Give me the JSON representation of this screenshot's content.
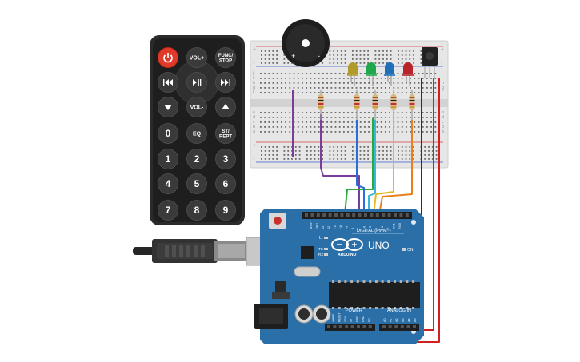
{
  "remote": {
    "keys": [
      {
        "id": "power",
        "label": "",
        "icon": "power-icon"
      },
      {
        "id": "vol_up",
        "label": "VOL+"
      },
      {
        "id": "func_stop",
        "label": "FUNC/\nSTOP"
      },
      {
        "id": "prev",
        "label": "",
        "icon": "skip-back-icon"
      },
      {
        "id": "play_pause",
        "label": "",
        "icon": "play-pause-icon"
      },
      {
        "id": "next",
        "label": "",
        "icon": "skip-forward-icon"
      },
      {
        "id": "down",
        "label": "",
        "icon": "triangle-down-icon"
      },
      {
        "id": "vol_down",
        "label": "VOL-"
      },
      {
        "id": "up",
        "label": "",
        "icon": "triangle-up-icon"
      },
      {
        "id": "k0",
        "label": "0"
      },
      {
        "id": "eq",
        "label": "EQ"
      },
      {
        "id": "st_rept",
        "label": "ST/\nREPT"
      },
      {
        "id": "k1",
        "label": "1"
      },
      {
        "id": "k2",
        "label": "2"
      },
      {
        "id": "k3",
        "label": "3"
      },
      {
        "id": "k4",
        "label": "4"
      },
      {
        "id": "k5",
        "label": "5"
      },
      {
        "id": "k6",
        "label": "6"
      },
      {
        "id": "k7",
        "label": "7"
      },
      {
        "id": "k8",
        "label": "8"
      },
      {
        "id": "k9",
        "label": "9"
      }
    ]
  },
  "breadboard": {
    "rail_plus": "+",
    "rail_minus": "-",
    "row_letters_top": [
      "j",
      "i",
      "h",
      "g",
      "f"
    ],
    "row_letters_bottom": [
      "e",
      "d",
      "c",
      "b",
      "a"
    ]
  },
  "buzzer": {
    "plus": "+",
    "minus": "-"
  },
  "leds": [
    {
      "name": "led-yellow",
      "color": "#b09a2a"
    },
    {
      "name": "led-green",
      "color": "#1fa84a"
    },
    {
      "name": "led-blue",
      "color": "#1e6fb8"
    },
    {
      "name": "led-red",
      "color": "#b8242a"
    }
  ],
  "arduino": {
    "model": "UNO",
    "brand": "ARDUINO",
    "digital_label": "DIGITAL (PWM~)",
    "power_label": "POWER",
    "analog_label": "ANALOG IN",
    "on_label": "ON",
    "tx_label": "TX",
    "rx_label": "RX",
    "l_label": "L",
    "digital_pins": [
      "AREF",
      "GND",
      "13",
      "12",
      "~11",
      "~10",
      "~9",
      "8",
      "7",
      "~6",
      "~5",
      "4",
      "~3",
      "2",
      "TX 1",
      "RX 0"
    ],
    "power_pins": [
      "IOREF",
      "RESET",
      "3.3V",
      "5V",
      "GND",
      "GND",
      "Vin"
    ],
    "analog_pins": [
      "A0",
      "A1",
      "A2",
      "A3",
      "A4",
      "A5"
    ]
  },
  "colors": {
    "board_blue": "#2a6fa8",
    "remote_body": "#2b2b2b",
    "power_button": "#e03a2a",
    "wire_purple": "#7a3d9a",
    "wire_green": "#2aa83a",
    "wire_blue": "#2a6fd8",
    "wire_cyan": "#3ab8d8",
    "wire_yellow": "#e8b820",
    "wire_orange": "#e8801a",
    "wire_red": "#d02020",
    "wire_black": "#303030"
  }
}
